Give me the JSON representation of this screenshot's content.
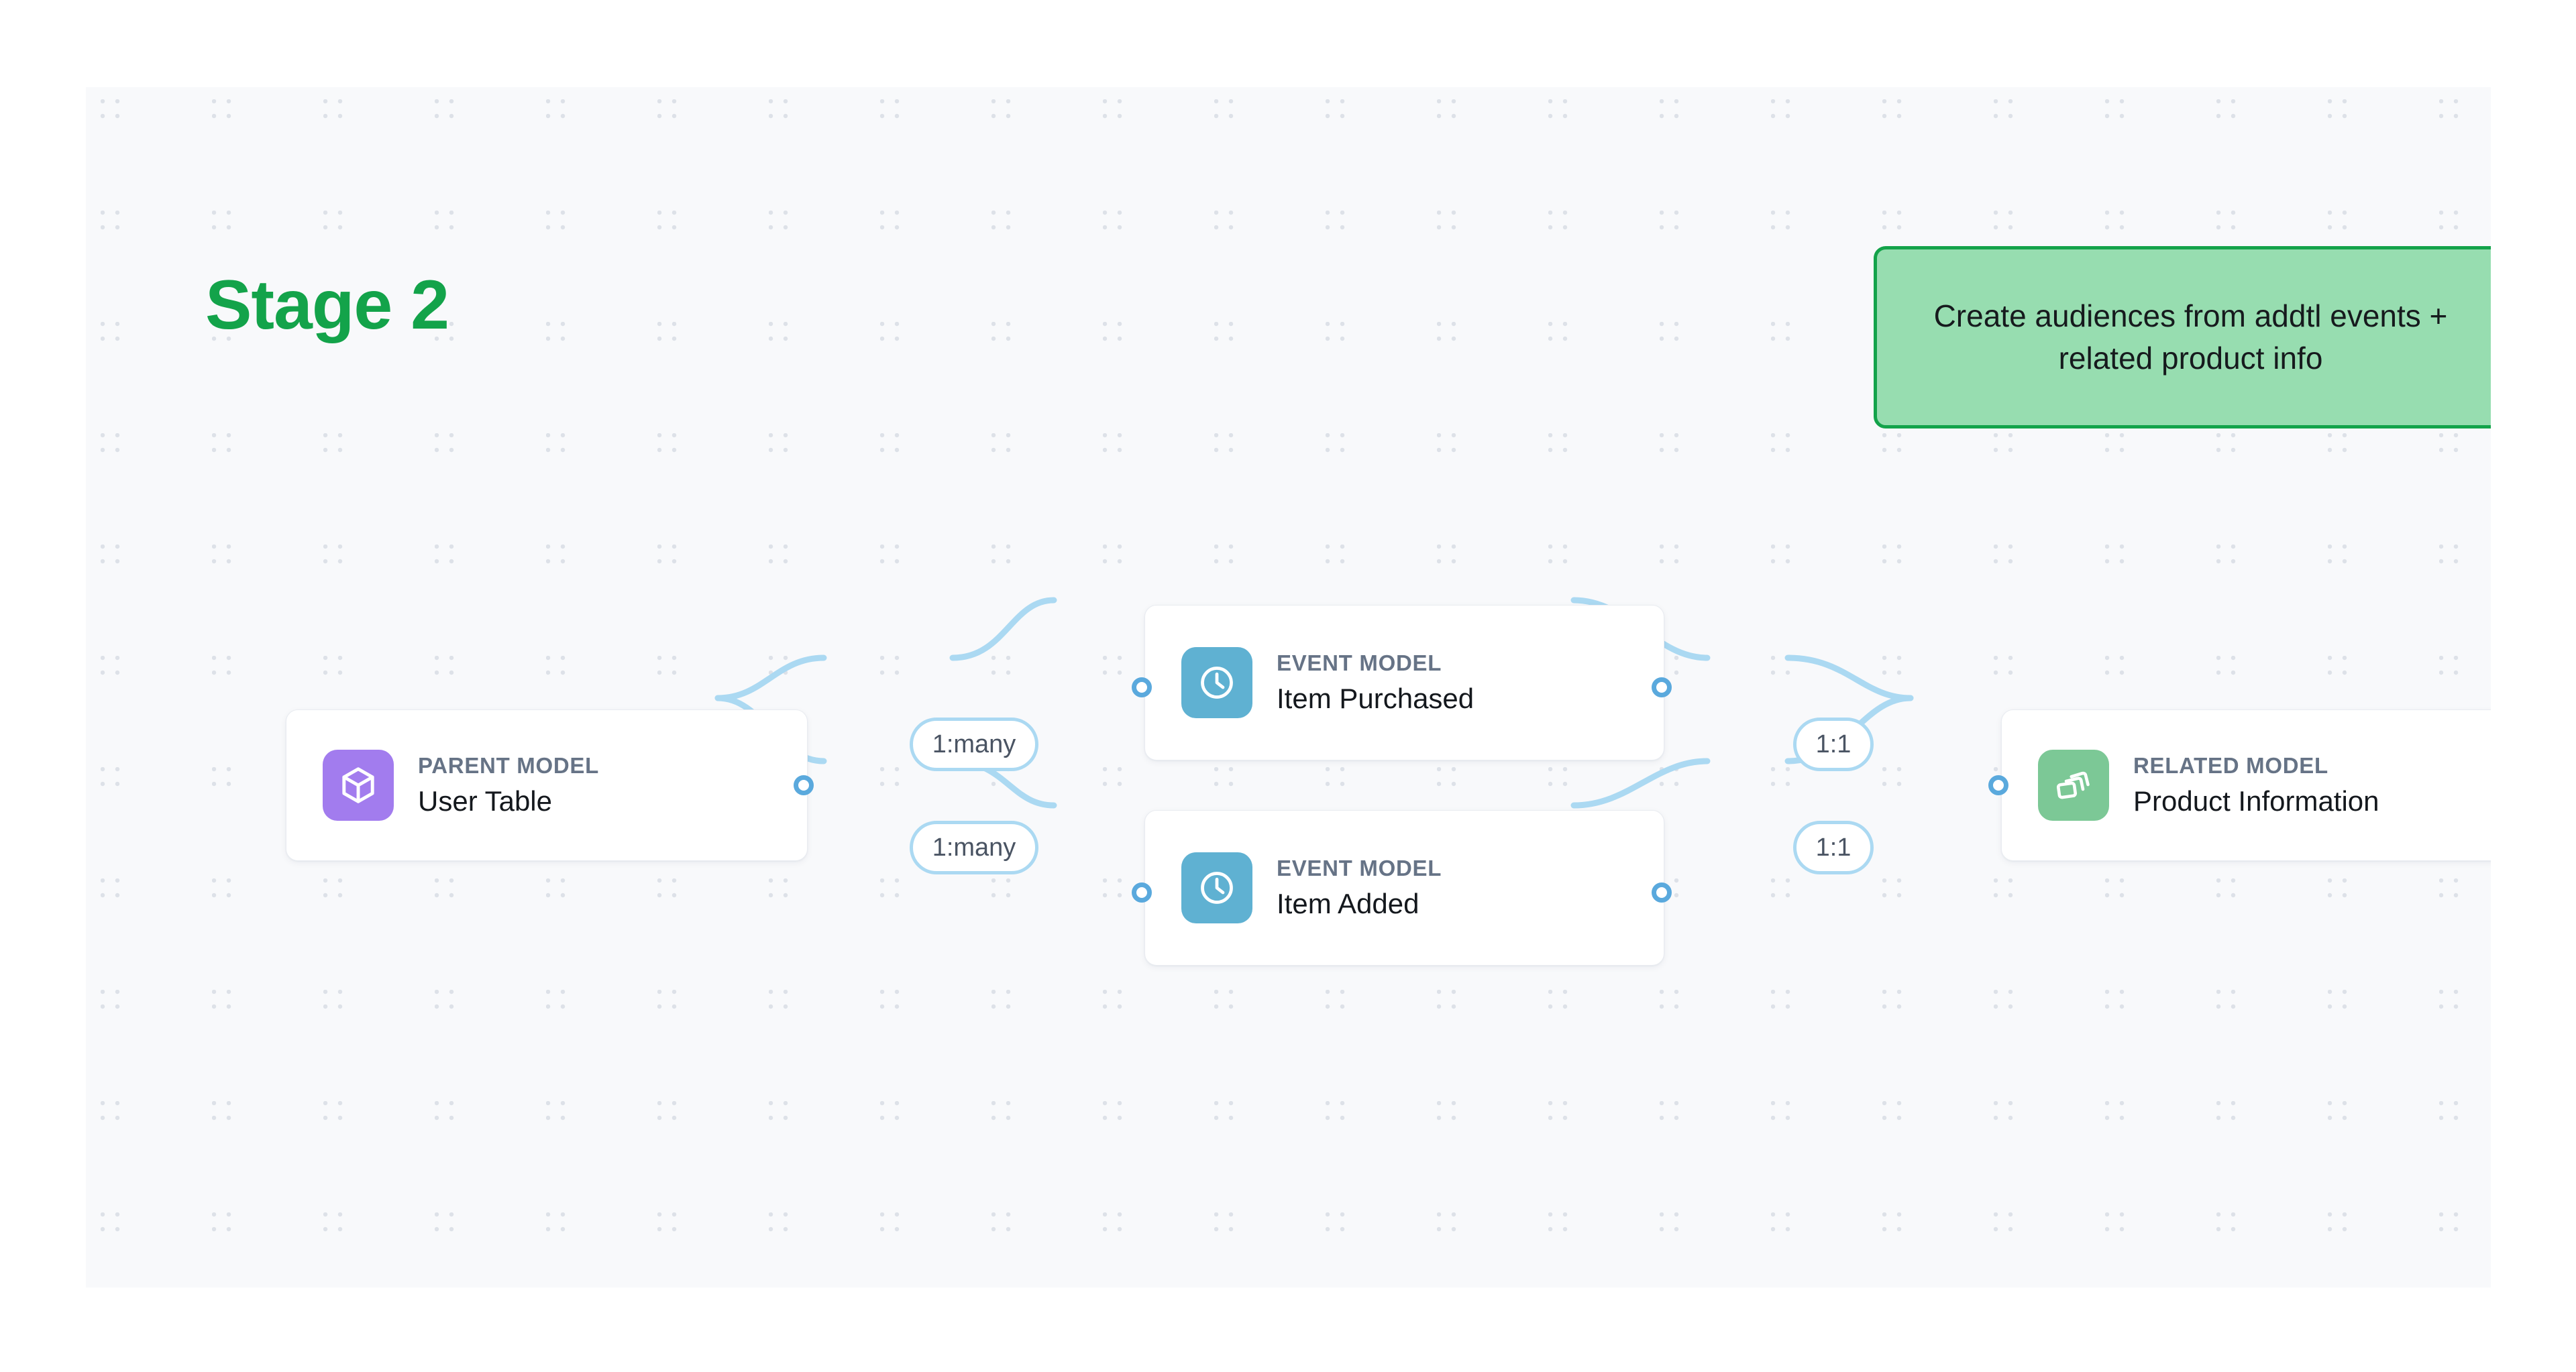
{
  "stage": {
    "title": "Stage 2"
  },
  "callout": {
    "text": "Create audiences from addtl events + related product info",
    "fill_color": "#97DDB0",
    "border_color": "#13A34A"
  },
  "theme": {
    "canvas_background": "#F8F9FB",
    "page_background": "#FFFFFF",
    "stage_title_color": "#13A34A",
    "edge_color": "#ABD9F2",
    "port_color": "#5AA9DD",
    "eyebrow_color": "#667386",
    "node_title_color": "#14181D"
  },
  "graph": {
    "nodes": [
      {
        "id": "parent",
        "eyebrow": "PARENT MODEL",
        "title": "User Table",
        "icon": "cube-icon",
        "icon_color": "#A27CEE"
      },
      {
        "id": "event-1",
        "eyebrow": "EVENT MODEL",
        "title": "Item Purchased",
        "icon": "clock-icon",
        "icon_color": "#5FB1D2"
      },
      {
        "id": "event-2",
        "eyebrow": "EVENT MODEL",
        "title": "Item Added",
        "icon": "clock-icon",
        "icon_color": "#5FB1D2"
      },
      {
        "id": "related",
        "eyebrow": "RELATED MODEL",
        "title": "Product Information",
        "icon": "layers-icon",
        "icon_color": "#7CC896"
      }
    ],
    "relationships": [
      {
        "id": "rel-1",
        "from": "parent",
        "to": "event-1",
        "label": "1:many"
      },
      {
        "id": "rel-2",
        "from": "parent",
        "to": "event-2",
        "label": "1:many"
      },
      {
        "id": "rel-3",
        "from": "event-1",
        "to": "related",
        "label": "1:1"
      },
      {
        "id": "rel-4",
        "from": "event-2",
        "to": "related",
        "label": "1:1"
      }
    ]
  }
}
